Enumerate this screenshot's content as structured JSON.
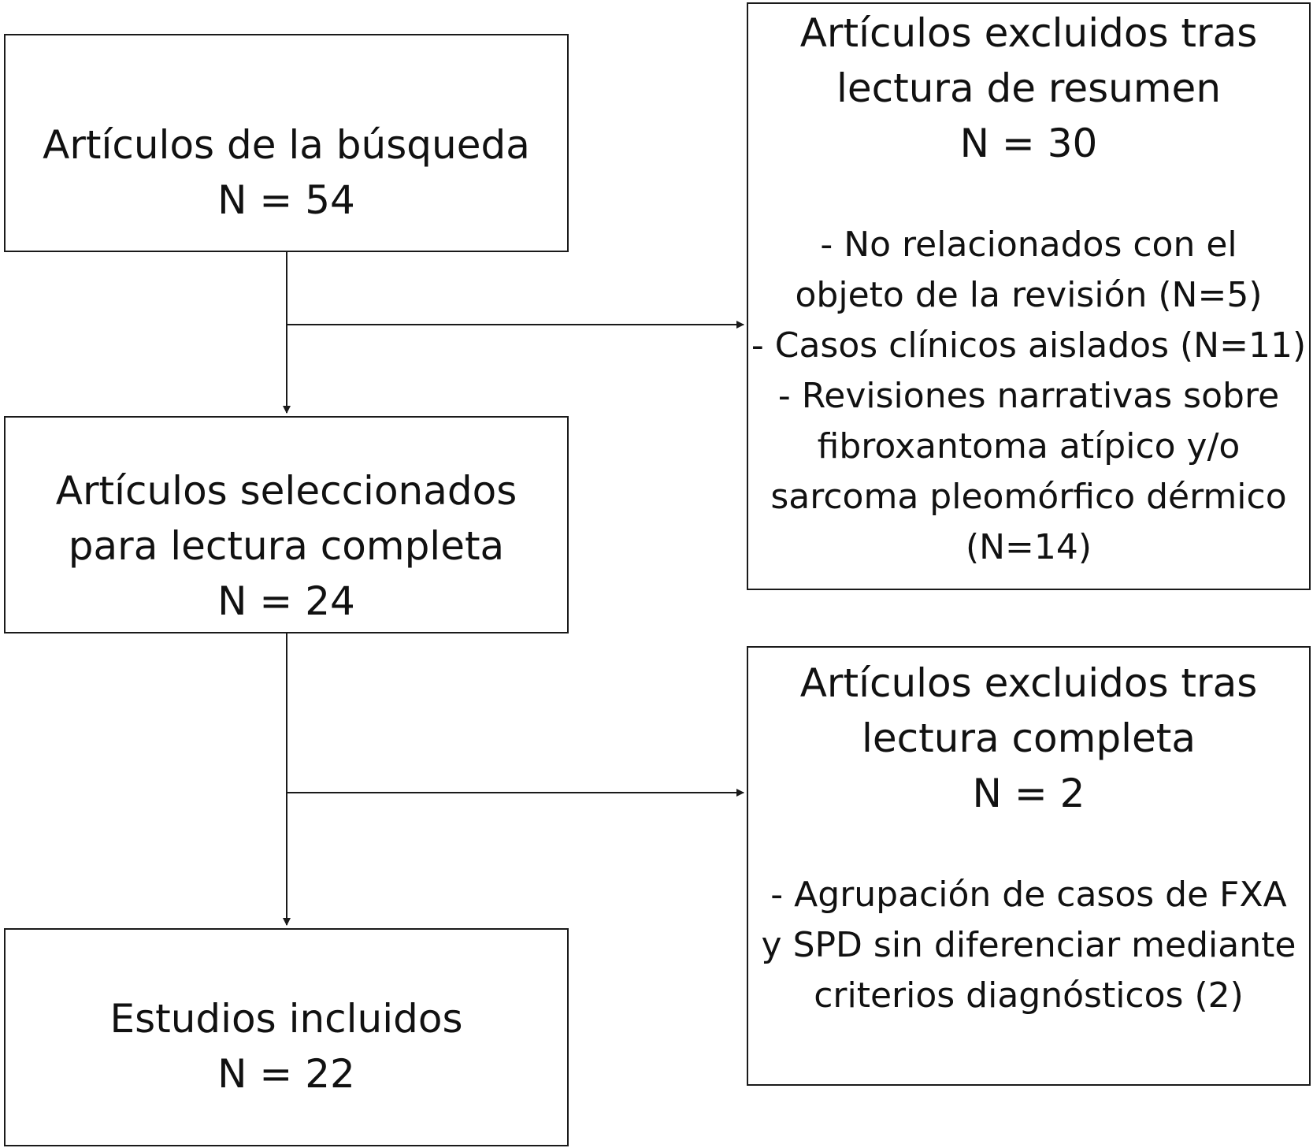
{
  "boxes": {
    "search": {
      "title": "Artículos de la búsqueda",
      "count": "N = 54"
    },
    "selected": {
      "title_lines": [
        "Artículos seleccionados",
        "para lectura completa"
      ],
      "count": "N = 24"
    },
    "included": {
      "title": "Estudios incluidos",
      "count": "N = 22"
    },
    "excluded_abstract": {
      "title_lines": [
        "Artículos excluidos tras",
        "lectura de resumen"
      ],
      "count": "N = 30",
      "criteria_lines": [
        "- No relacionados con el",
        "objeto de la revisión (N=5)",
        "- Casos clínicos aislados (N=11)",
        "- Revisiones narrativas sobre",
        "fibroxantoma atípico y/o",
        "sarcoma pleomórfico dérmico",
        "(N=14)"
      ]
    },
    "excluded_full": {
      "title_lines": [
        "Artículos excluidos tras",
        "lectura completa"
      ],
      "count": "N = 2",
      "criteria_lines": [
        "- Agrupación de casos de FXA",
        "y SPD sin diferenciar mediante",
        "criterios diagnósticos (2)"
      ]
    }
  },
  "colors": {
    "stroke": "#1a1a1a",
    "background": "#ffffff",
    "text": "#111111"
  }
}
